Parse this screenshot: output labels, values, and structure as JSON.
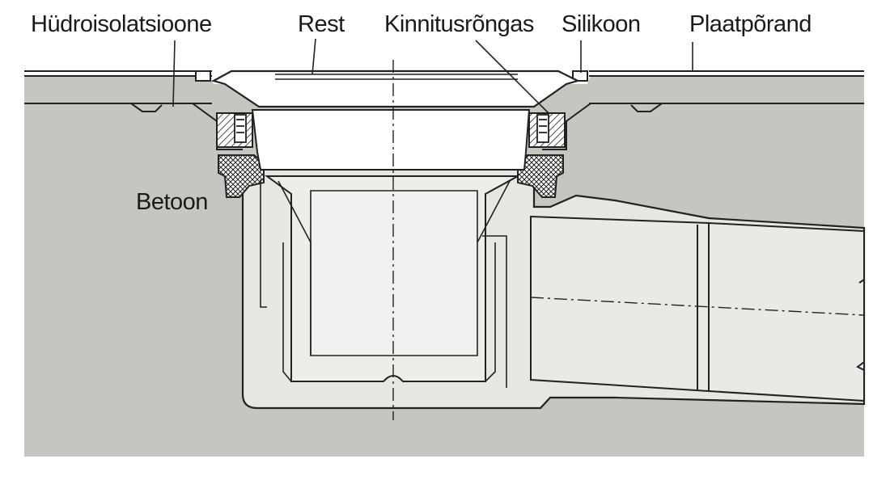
{
  "callouts": {
    "waterproofing": "Hüdroisolatsioone",
    "grate": "Rest",
    "clamping_ring": "Kinnitusrõngas",
    "silicone": "Silikoon",
    "floor_slab": "Plaatpõrand",
    "concrete": "Betoon"
  },
  "colors": {
    "concrete": "#c6c6c1",
    "drain_body": "#e6e6e3",
    "trap": "#ededea",
    "outline": "#222222",
    "hatch": "#222222"
  }
}
